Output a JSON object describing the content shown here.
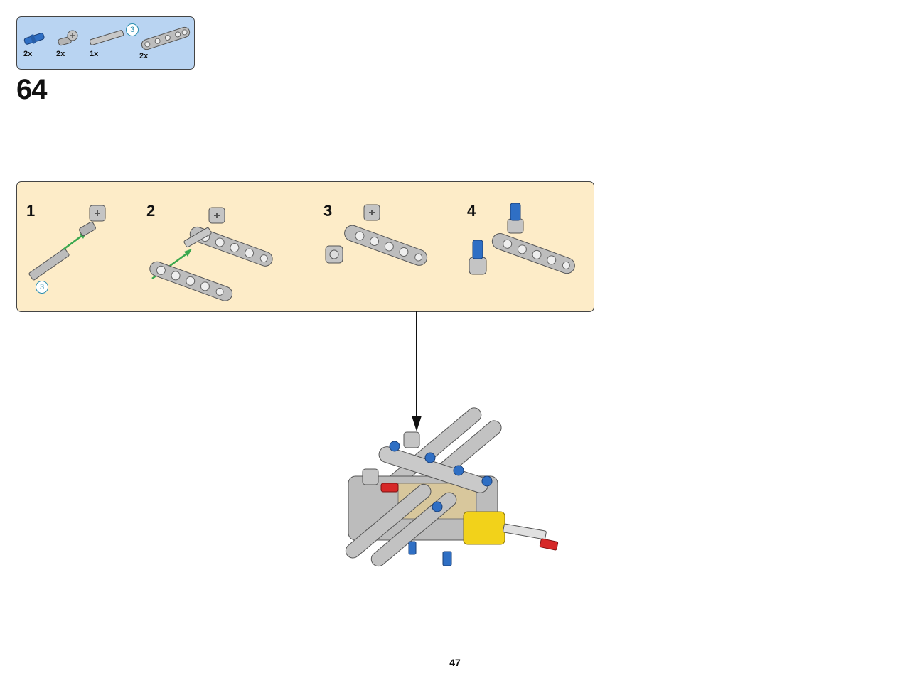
{
  "parts_list": {
    "items": [
      {
        "icon": "blue-axle-pin-icon",
        "quantity": "2x"
      },
      {
        "icon": "gray-axle-connector-icon",
        "quantity": "2x"
      },
      {
        "icon": "gray-axle-icon",
        "quantity": "1x",
        "length": "3"
      },
      {
        "icon": "gray-liftarm-icon",
        "quantity": "2x"
      }
    ]
  },
  "step": {
    "number": "64"
  },
  "subassembly": {
    "steps": [
      {
        "number": "1",
        "axle_length": "3"
      },
      {
        "number": "2"
      },
      {
        "number": "3"
      },
      {
        "number": "4"
      }
    ]
  },
  "colors": {
    "parts_box_bg": "#b9d4f2",
    "subassembly_bg": "#fdecc8",
    "brick_gray": "#b4b4b4",
    "pin_blue": "#2f6fc4",
    "arrow_green": "#3aa84e",
    "yellow": "#f2d21a",
    "red": "#d62828"
  },
  "page": {
    "number": "47"
  }
}
